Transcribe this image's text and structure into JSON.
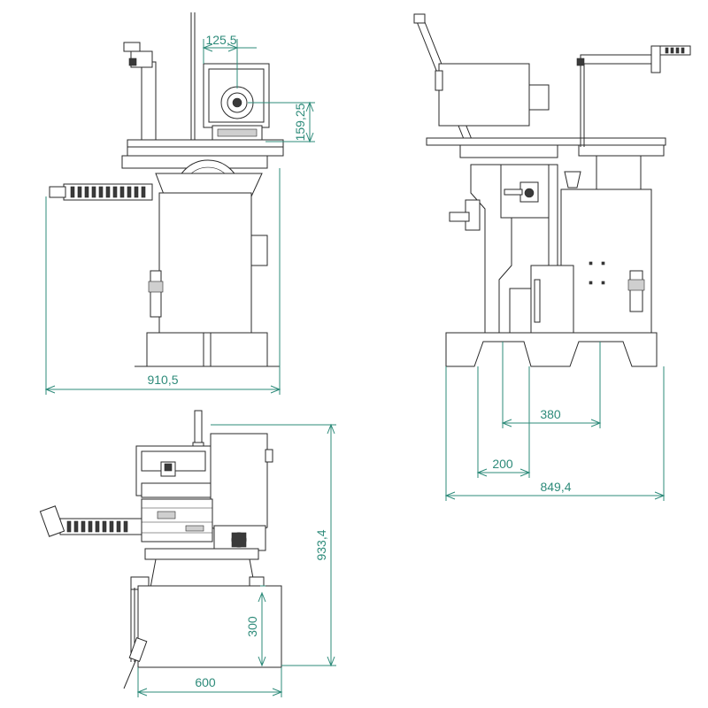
{
  "colors": {
    "dimension": "#2e8b7a",
    "outline": "#2a2a2a",
    "background": "#ffffff"
  },
  "views": {
    "front": {
      "dims": {
        "width": "910,5",
        "offset": "125,5",
        "height": "159,25"
      }
    },
    "side": {
      "dims": {
        "width": "849,4",
        "inner": "380",
        "leg": "200"
      }
    },
    "top": {
      "dims": {
        "height": "933,4",
        "base_height": "300",
        "base_width": "600"
      }
    }
  }
}
